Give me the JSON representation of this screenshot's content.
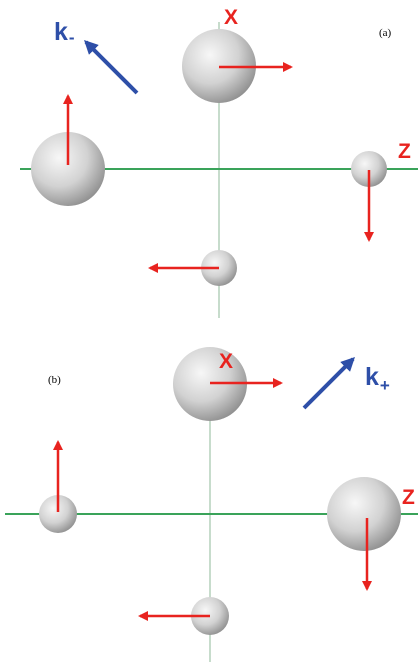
{
  "panels": {
    "a": {
      "label": "(a)",
      "axis_x": "X",
      "axis_z": "Z",
      "k_main": "k",
      "k_sub": "-"
    },
    "b": {
      "label": "(b)",
      "axis_x": "X",
      "axis_z": "Z",
      "k_main": "k",
      "k_sub": "+"
    }
  },
  "colors": {
    "arrow_red": "#e8231f",
    "arrow_blue": "#2e4fa8",
    "axis_green": "#3aa35a",
    "vertical_axis": "#8fb99a"
  }
}
